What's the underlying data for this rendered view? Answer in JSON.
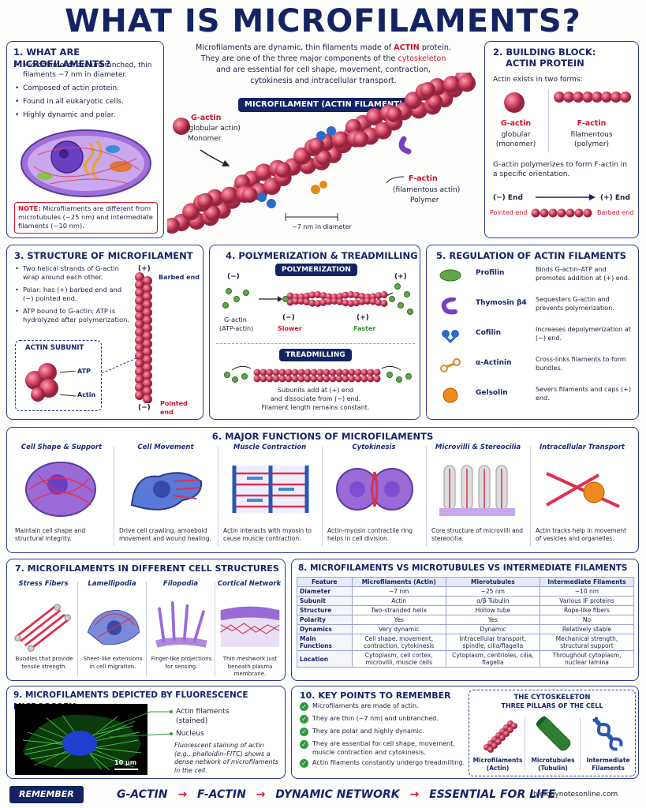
{
  "title": "WHAT IS MICROFILAMENTS?",
  "intro": {
    "line1a": "Microfilaments are dynamic, thin filaments made of ",
    "line1b": "ACTIN",
    "line1c": " protein.",
    "line2a": "They are one of the three major components of the ",
    "line2b": "cytoskeleton",
    "line3": "and are essential for cell shape, movement, contraction,",
    "line4": "cytokinesis and intracellular transport."
  },
  "center": {
    "label": "MICROFILAMENT (ACTIN FILAMENT)",
    "gactin": "G-actin",
    "gactin2": "(globular actin)",
    "gactin3": "Monomer",
    "factin": "F-actin",
    "factin2": "(filamentous actin)",
    "factin3": "Polymer",
    "diam": "~7 nm in diameter"
  },
  "s1": {
    "heading": "1. WHAT ARE MICROFILAMENTS?",
    "bullets": [
      "Microfilaments are unbranched, thin filaments ~7 nm in diameter.",
      "Composed of actin protein.",
      "Found in all eukaryotic cells.",
      "Highly dynamic and polar."
    ],
    "note_label": "NOTE:",
    "note": " Microfilaments are different from microtubules (~25 nm) and intermediate filaments (~10 nm)."
  },
  "s2": {
    "heading1": "2. BUILDING BLOCK:",
    "heading2": "ACTIN PROTEIN",
    "intro": "Actin exists in two forms:",
    "g1": "G-actin",
    "g2": "globular",
    "g3": "(monomer)",
    "f1": "F-actin",
    "f2": "filamentous",
    "f3": "(polymer)",
    "poly": "G-actin polymerizes to form F-actin in a specific orientation.",
    "minus": "(−) End",
    "plus": "(+) End",
    "pointed": "Pointed end",
    "barbed": "Barbed end"
  },
  "s3": {
    "heading": "3. STRUCTURE OF MICROFILAMENT",
    "bullets": [
      "Two helical strands of G-actin wrap around each other.",
      "Polar: has (+) barbed end and (−) pointed end.",
      "ATP bound to G-actin; ATP is hydrolyzed after polymerization."
    ],
    "plus": "(+)",
    "barbed": "Barbed end",
    "minus": "(−)",
    "pointed": "Pointed end",
    "subunit": "ACTIN SUBUNIT",
    "atp": "ATP",
    "actin": "Actin"
  },
  "s4": {
    "heading": "4. POLYMERIZATION & TREADMILLING",
    "poly": "POLYMERIZATION",
    "minus": "(−)",
    "plus": "(+)",
    "g1": "G-actin",
    "g2": "(ATP-actin)",
    "minus2": "(−)",
    "plus2": "(+)",
    "slower": "Slower",
    "faster": "Faster",
    "tread": "TREADMILLING",
    "t1": "Subunits add at (+) end",
    "t2": "and dissociate from (−) end.",
    "t3": "Filament length remains constant."
  },
  "s5": {
    "heading": "5. REGULATION OF ACTIN FILAMENTS",
    "items": [
      {
        "name": "Profilin",
        "desc": "Binds G-actin–ATP and promotes addition at (+) end."
      },
      {
        "name": "Thymosin β4",
        "desc": "Sequesters G-actin and prevents polymerization."
      },
      {
        "name": "Cofilin",
        "desc": "Increases depolymerization at (−) end."
      },
      {
        "name": "α-Actinin",
        "desc": "Cross-links filaments to form bundles."
      },
      {
        "name": "Gelsolin",
        "desc": "Severs filaments and caps (+) end."
      }
    ]
  },
  "s6": {
    "heading": "6. MAJOR FUNCTIONS OF MICROFILAMENTS",
    "items": [
      {
        "title": "Cell Shape & Support",
        "desc": "Maintain cell shape and structural integrity."
      },
      {
        "title": "Cell Movement",
        "desc": "Drive cell crawling, amoeboid movement and wound healing."
      },
      {
        "title": "Muscle Contraction",
        "desc": "Actin interacts with myosin to cause muscle contraction."
      },
      {
        "title": "Cytokinesis",
        "desc": "Actin-myosin contractile ring helps in cell division."
      },
      {
        "title": "Microvilli & Stereocilia",
        "desc": "Core structure of microvilli and stereocilia."
      },
      {
        "title": "Intracellular Transport",
        "desc": "Actin tracks help in movement of vesicles and organelles."
      }
    ]
  },
  "s7": {
    "heading": "7. MICROFILAMENTS IN DIFFERENT CELL STRUCTURES",
    "items": [
      {
        "title": "Stress Fibers",
        "desc": "Bundles that provide tensile strength."
      },
      {
        "title": "Lamellipodia",
        "desc": "Sheet-like extensions in cell migration."
      },
      {
        "title": "Filopodia",
        "desc": "Finger-like projections for sensing."
      },
      {
        "title": "Cortical Network",
        "desc": "Thin meshwork just beneath plasma membrane."
      }
    ]
  },
  "s8": {
    "heading": "8. MICROFILAMENTS VS MICROTUBULES VS INTERMEDIATE FILAMENTS",
    "headers": [
      "Feature",
      "Microfilaments (Actin)",
      "Mierotubules",
      "Intermediate Filaments"
    ],
    "rows": [
      [
        "Diameter",
        "~7 nm",
        "~25 nm",
        "~10 nm"
      ],
      [
        "Subunit",
        "Actin",
        "α/β Tubulin",
        "Various IF proteins"
      ],
      [
        "Structure",
        "Two-stranded helix",
        "Hollow tube",
        "Rope-like fibers"
      ],
      [
        "Polarity",
        "Yes",
        "Yes",
        "No"
      ],
      [
        "Dynamics",
        "Very dynamic",
        "Dynamic",
        "Relatively stable"
      ],
      [
        "Main Functions",
        "Cell shape, movement, contraction, cytokinesis",
        "Intracellular transport, spindle, cilia/flagella",
        "Mechanical strength, structural support"
      ],
      [
        "Location",
        "Cytoplasm, cell cortex, microvilli, muscle cells",
        "Cytoplasm, centrioles, cilia, flagella",
        "Throughout cytoplasm, nuclear lamina"
      ]
    ]
  },
  "s9": {
    "heading": "9. MICROFILAMENTS DEPICTED BY FLUORESCENCE MICROSCOPY",
    "l1": "Actin filaments",
    "l1b": "(stained)",
    "l2": "Nucleus",
    "desc": "Fluorescent staining of actin (e.g., phalloidin–FITC) shows a dense network of microfilaments in the cell.",
    "scale": "10 μm"
  },
  "s10": {
    "heading": "10. KEY POINTS TO REMEMBER",
    "points": [
      "Microfilaments are made of actin.",
      "They are thin (~7 nm) and unbranched.",
      "They are polar and highly dynamic.",
      "They are essential for cell shape, movement, muscle contraction and cytokinesis.",
      "Actin filaments constantly undergo treadmilling."
    ],
    "cyto1": "THE CYTOSKELETON",
    "cyto2": "THREE PILLARS OF THE CELL",
    "p1": "Microfilaments",
    "p1b": "(Actin)",
    "p2": "Microtubules",
    "p2b": "(Tubulin)",
    "p3": "Intermediate",
    "p3b": "Filaments"
  },
  "footer": {
    "remember": "REMEMBER",
    "f1": "G-ACTIN",
    "f2": "F-ACTIN",
    "f3": "DYNAMIC NETWORK",
    "f4": "ESSENTIAL FOR LIFE",
    "arrow": "→",
    "site": "biologynotesonline.com"
  },
  "colors": {
    "navy": "#142463",
    "actin": "#d84a68",
    "red": "#d4142a"
  }
}
